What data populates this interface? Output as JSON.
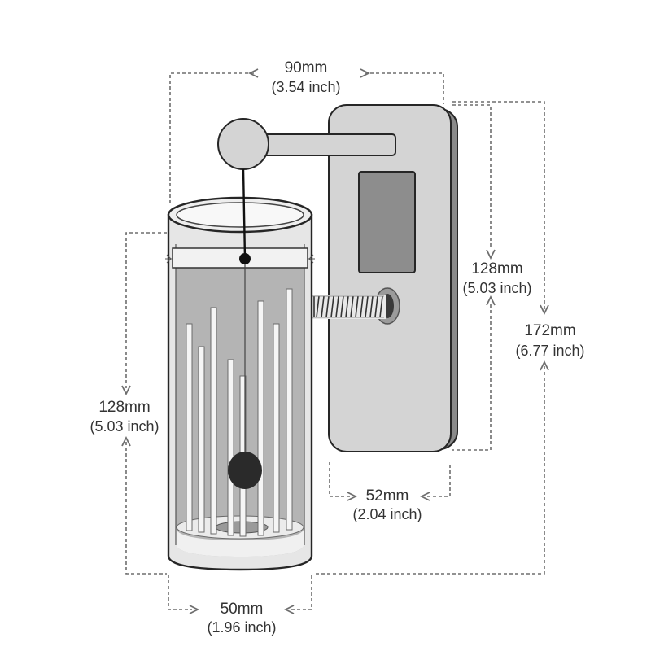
{
  "dimensions": {
    "top_width": {
      "value": "90mm",
      "inch": "(3.54 inch)"
    },
    "device_height": {
      "value": "128mm",
      "inch": "(5.03 inch)"
    },
    "total_height": {
      "value": "172mm",
      "inch": "(6.77 inch)"
    },
    "cup_height": {
      "value": "128mm",
      "inch": "(5.03 inch)"
    },
    "device_width": {
      "value": "52mm",
      "inch": "(2.04 inch)"
    },
    "cup_width": {
      "value": "50mm",
      "inch": "(1.96 inch)"
    }
  },
  "colors": {
    "device_body": "#d4d4d4",
    "device_side": "#8a8a8a",
    "screen": "#8d8d8d",
    "cup_fill": "#b4b4b4",
    "outline": "#262626",
    "dimension_lines": "#6e6e6e"
  }
}
